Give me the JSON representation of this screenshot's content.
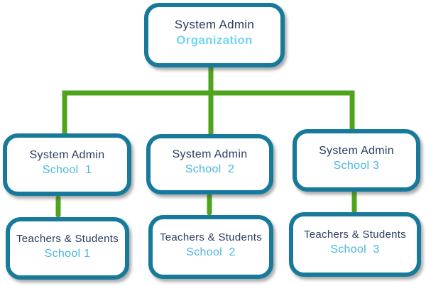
{
  "colors": {
    "background": "#ffffff",
    "node_border": "#177a9b",
    "connector": "#4fa41e",
    "title_text": "#2a3c5e",
    "subtitle_text": "#49b7e0",
    "org_subtitle_text": "#74d6f4"
  },
  "org_chart": {
    "root": {
      "title": "System Admin",
      "subtitle": "Organization"
    },
    "level2": [
      {
        "title": "System Admin",
        "subtitle": "School  1"
      },
      {
        "title": "System Admin",
        "subtitle": "School  2"
      },
      {
        "title": "System Admin",
        "subtitle": "School 3"
      }
    ],
    "level3": [
      {
        "title": "Teachers & Students",
        "subtitle": "School 1"
      },
      {
        "title": "Teachers & Students",
        "subtitle": "School  2"
      },
      {
        "title": "Teachers & Students",
        "subtitle": "School  3"
      }
    ]
  }
}
